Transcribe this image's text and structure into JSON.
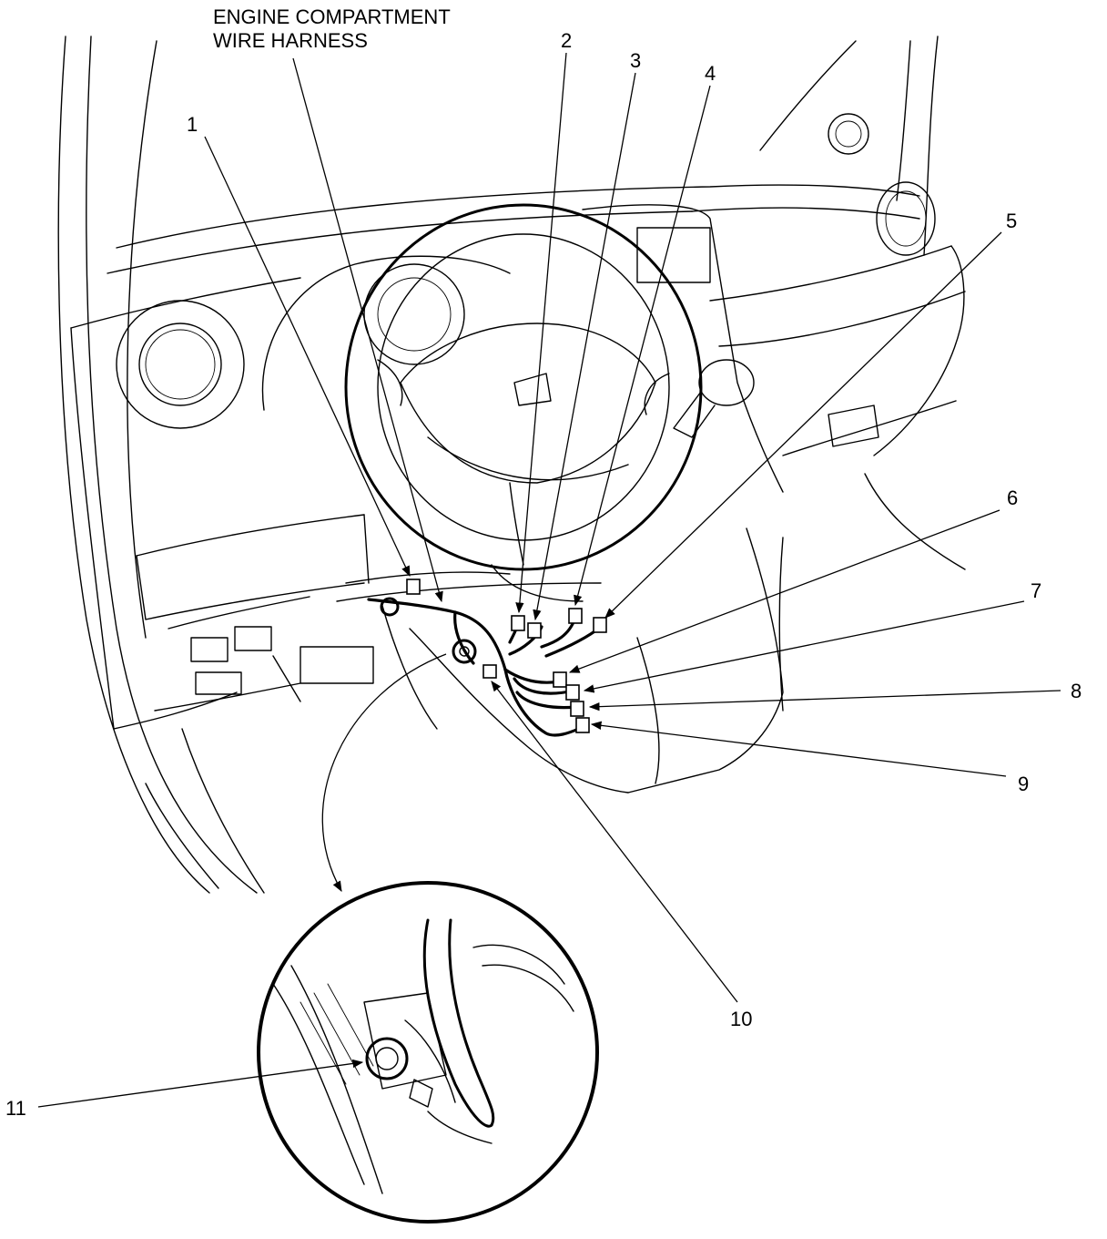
{
  "title": {
    "line1": "ENGINE COMPARTMENT",
    "line2": "WIRE HARNESS"
  },
  "callouts": [
    "1",
    "2",
    "3",
    "4",
    "5",
    "6",
    "7",
    "8",
    "9",
    "10",
    "11"
  ]
}
